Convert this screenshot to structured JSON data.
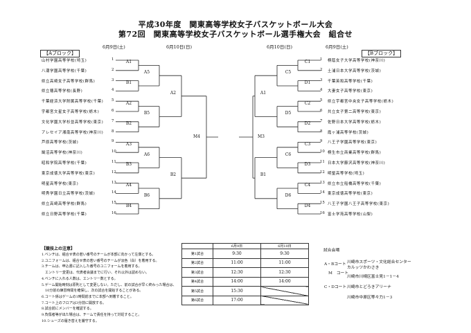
{
  "title_line1": "平成30年度　関東高等学校女子バスケットボール大会",
  "title_line2": "第72回　関東高等学校女子バスケットボール選手権大会　組合せ",
  "dates": {
    "left_outer": "6月9日(土)",
    "left_inner": "6月10日(日)",
    "right_inner": "6月10日(日)",
    "right_outer": "6月9日(土)"
  },
  "block_a_label": "【Aブロック】",
  "block_b_label": "【Bブロック】",
  "block_a_teams": [
    {
      "num": "1",
      "name": "山村学園高等学校(埼玉)"
    },
    {
      "num": "2",
      "name": "八潮学園高等学校(千葉)"
    },
    {
      "num": "3",
      "name": "県立高崎女子高等学校(群馬)"
    },
    {
      "num": "4",
      "name": "県立穂高等学校(長野)"
    },
    {
      "num": "5",
      "name": "千葉経済大学附属高等学校(千葉)"
    },
    {
      "num": "6",
      "name": "宇都宮文星女子高等学校(栃木)"
    },
    {
      "num": "7",
      "name": "文化学園大学杉並高等学校(東京)"
    },
    {
      "num": "8",
      "name": "アレセイア湘南高等学校(神奈川)"
    },
    {
      "num": "9",
      "name": "芦原高等学校(茨城)"
    },
    {
      "num": "10",
      "name": "鵠沼高等学校(神奈川)"
    },
    {
      "num": "11",
      "name": "昭和学院高等学校(千葉)"
    },
    {
      "num": "12",
      "name": "東京成徳大学高等学校(東京)"
    },
    {
      "num": "13",
      "name": "明星高等学校(東京)"
    },
    {
      "num": "14",
      "name": "明秀学園日立高等学校(茨城)"
    },
    {
      "num": "15",
      "name": "県立高崎高等学校(群馬)"
    },
    {
      "num": "16",
      "name": "県立日野高等学校(千葉)"
    }
  ],
  "block_b_teams": [
    {
      "num": "1",
      "name": "桐蔭女子大学高等学校(神奈川)"
    },
    {
      "num": "2",
      "name": "土浦日本大学高等学校(茨城)"
    },
    {
      "num": "3",
      "name": "千葉英和高等学校(千葉)"
    },
    {
      "num": "4",
      "name": "大妻女子高等学校(東京)"
    },
    {
      "num": "5",
      "name": "県立宇都宮中央女子高等学校(栃木)"
    },
    {
      "num": "6",
      "name": "共立女子第二高等学校(東京)"
    },
    {
      "num": "7",
      "name": "佐野日本大学高等学校(栃木)"
    },
    {
      "num": "8",
      "name": "霞ヶ浦高等学校(茨城)"
    },
    {
      "num": "9",
      "name": "八王子学園高等学校(東京)"
    },
    {
      "num": "10",
      "name": "桐生市立商業高等学校(群馬)"
    },
    {
      "num": "11",
      "name": "日本大学藤沢高等学校(神奈川)"
    },
    {
      "num": "12",
      "name": "明聖高等学校(埼玉)"
    },
    {
      "num": "13",
      "name": "県立市立船橋高等学校(千葉)"
    },
    {
      "num": "14",
      "name": "東京成徳高等学校(東京)"
    },
    {
      "num": "15",
      "name": "八王子学園八王子高等学校(東京)"
    },
    {
      "num": "16",
      "name": "富士学苑高等学校(山梨)"
    }
  ],
  "games_left": {
    "r1": [
      "A1",
      "B1",
      "A2",
      "B2",
      "A3",
      "B3",
      "A4",
      "B4"
    ],
    "r2": [
      "A5",
      "B5",
      "A6",
      "B6"
    ],
    "r3": [
      "A2",
      "B2"
    ],
    "final": "M4"
  },
  "games_right": {
    "r1": [
      "C1",
      "D1",
      "C2",
      "D2",
      "C3",
      "D3",
      "C4",
      "D4"
    ],
    "r2": [
      "C5",
      "D5",
      "C6",
      "D6"
    ],
    "r3": [
      "A1",
      "B1"
    ],
    "final": "M3"
  },
  "notes": {
    "title": "【競技上の注意】",
    "lines": [
      "1.ベンチは、組合せ表の若い番号のチームが本部に向かって左側とする。",
      "2.ユニフォームは、組合せ表の若い番号のチームが淡色（白）を着用する。",
      "3.チームは、申込書に記入した番号のユニフォームを着用する。",
      "　エントリー変更は、代表者会議までに行い、それ以外は認めない。",
      "4.ベンチに入れる人数は、エントリー数とする。",
      "5.ゲーム開始時刻は原則として変更しない。ただし、前の試合が早く終わった場合は、",
      "　10分前の練習時間を確保し、次の試合を開始することがある。",
      "6.コート係はゲームの1時間前までに本部へ到着すること。",
      "7.コート上のフロアは3分前に開放する。",
      "8.試合前にメンバーを確認する。",
      "9.負傷者等が出た場合は、チームで責任を持って対処すること。",
      "10.シューズの履き替えを厳守する。"
    ]
  },
  "schedule": {
    "header": [
      "",
      "6月9日",
      "6月10日"
    ],
    "rows": [
      {
        "label": "第1試合",
        "d1": "9:30",
        "d2": "9:30"
      },
      {
        "label": "第2試合",
        "d1": "11:00",
        "d2": "11:00"
      },
      {
        "label": "第3試合",
        "d1": "12:30",
        "d2": "12:30"
      },
      {
        "label": "第4試合",
        "d1": "14:00",
        "d2": "14:00"
      },
      {
        "label": "第5試合",
        "d1": "15:30",
        "d2": ""
      },
      {
        "label": "第6試合",
        "d1": "17:00",
        "d2": ""
      }
    ]
  },
  "venues": {
    "title": "試合会場",
    "ab_label": "A・Bコート",
    "m_label": "M　コート",
    "ab_name": "川崎市スポーツ・文化総合センター",
    "ab_sub": "カルッツかわさき",
    "ab_addr": "川崎市川崎区富士見1－1－4",
    "cd_label": "C・Dコート",
    "cd_name": "川崎市とどろきアリーナ",
    "cd_addr": "川崎市中原区等々力1－3"
  }
}
